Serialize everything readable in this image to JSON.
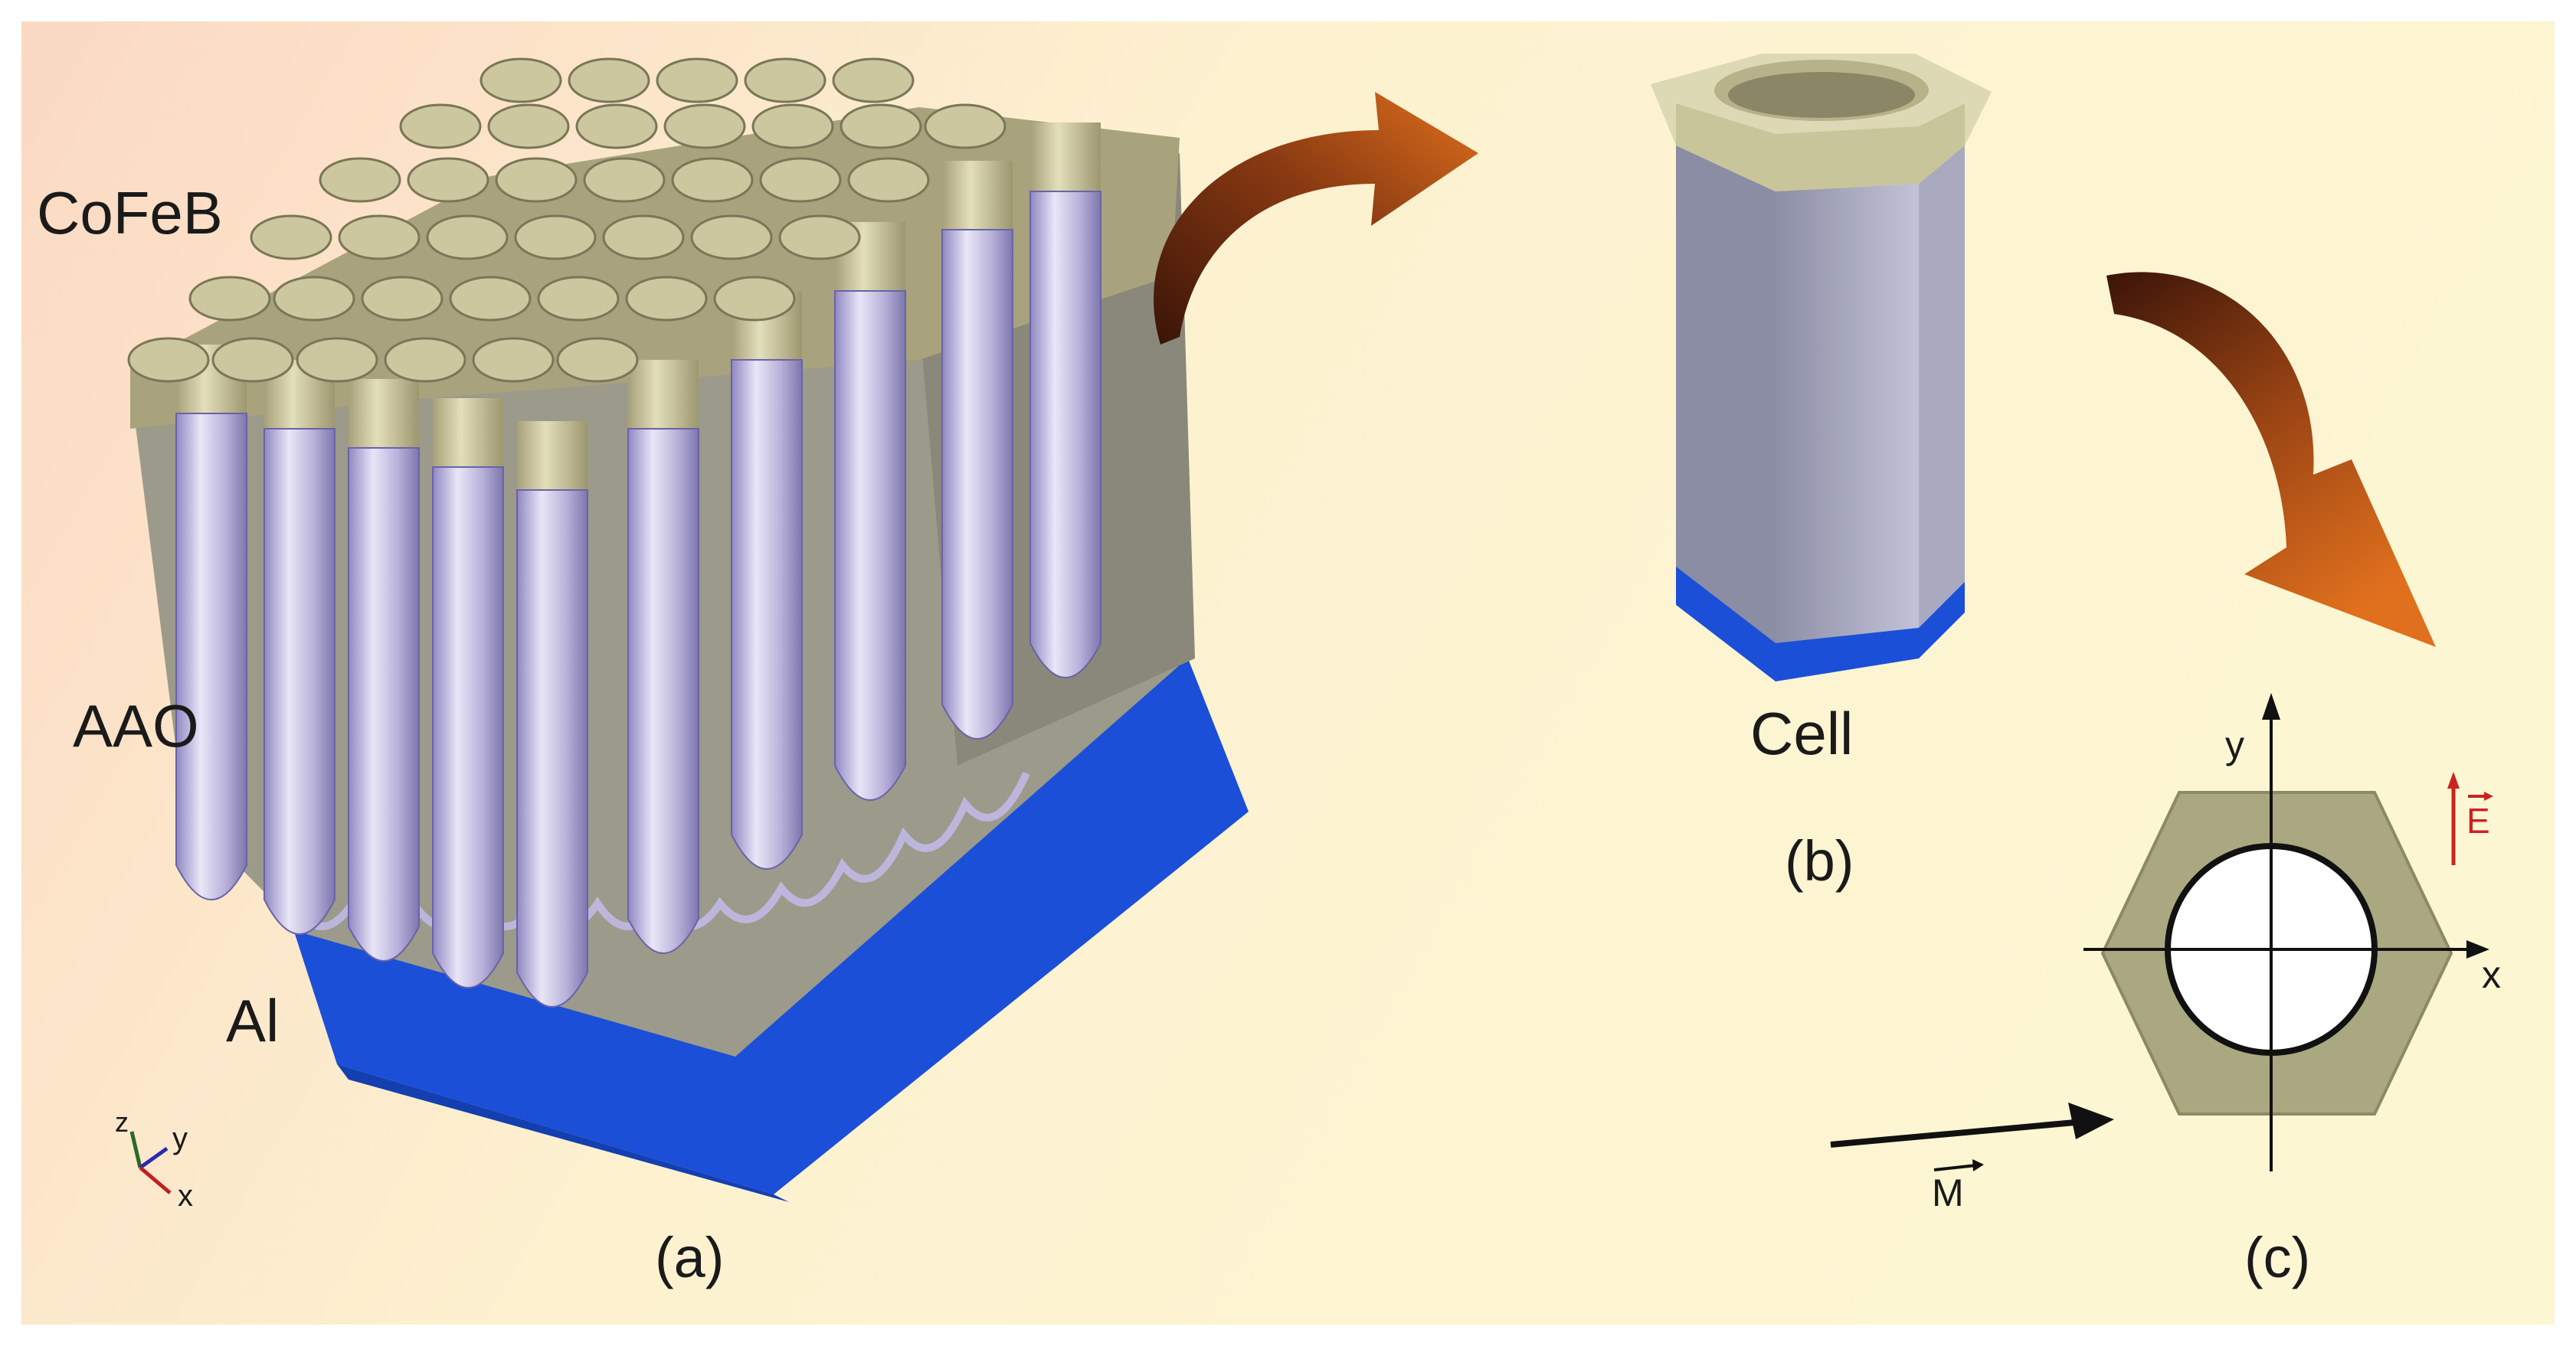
{
  "panel_a": {
    "label_cofeb": "CoFeB",
    "label_aao": "AAO",
    "label_al": "Al",
    "caption": "(a)",
    "axes": {
      "z": "z",
      "y": "y",
      "x": "x"
    }
  },
  "panel_b": {
    "label_cell": "Cell",
    "caption": "(b)"
  },
  "panel_c": {
    "axis_y": "y",
    "axis_x": "x",
    "field_e": "E",
    "field_m": "M",
    "caption": "(c)"
  },
  "colors": {
    "aluminum": "#1a4fd6",
    "aao_matrix": "#9a9888",
    "cofeb_rim": "#c8c49a",
    "nanotube": "#b9b3d9",
    "arrow": "#b8561a",
    "e_field": "#cc2222",
    "hex_fill": "#aaa880"
  },
  "icons": [
    "curved-arrow-icon",
    "curved-arrow-icon"
  ]
}
